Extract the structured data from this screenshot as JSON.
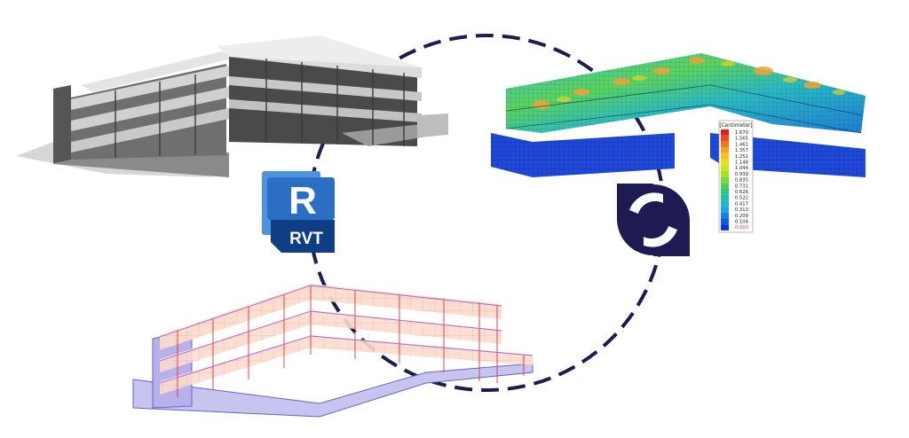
{
  "revit_badge": {
    "letter": "R",
    "label": "RVT"
  },
  "legend": {
    "title": "[Centimeter]",
    "values": [
      "1.670",
      "1.565",
      "1.461",
      "1.357",
      "1.252",
      "1.148",
      "1.044",
      "0.939",
      "0.835",
      "0.731",
      "0.626",
      "0.522",
      "0.417",
      "0.313",
      "0.209",
      "0.104",
      "0.000"
    ],
    "colors": [
      "#e21b1b",
      "#f04a16",
      "#f5761a",
      "#f7a11d",
      "#f5c51e",
      "#e6df1e",
      "#c8e51d",
      "#a4e21e",
      "#7cd935",
      "#4ecf4f",
      "#2fc57c",
      "#21c0a6",
      "#1fb9cf",
      "#1aa5e6",
      "#1382e8",
      "#0f5be2",
      "#0c32d6"
    ],
    "bottom_value_color": "#e23b3b"
  },
  "colors": {
    "dash_ring": "#1d1b52",
    "logo": "#1d1b52",
    "revit_blue": "#2a6fc4",
    "revit_light": "#4d93e0",
    "revit_dark": "#0e3f85"
  }
}
